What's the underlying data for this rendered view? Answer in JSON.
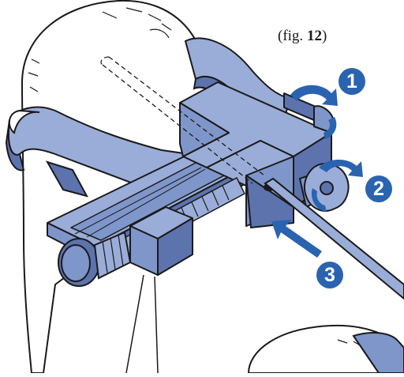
{
  "figure": {
    "caption_prefix": "(fig. ",
    "caption_number": "12",
    "caption_suffix": ")"
  },
  "steps": [
    {
      "label": "1",
      "icon": "rotate-arrow-icon"
    },
    {
      "label": "2",
      "icon": "rotate-arrow-icon"
    },
    {
      "label": "3",
      "icon": "push-arrow-icon"
    }
  ],
  "colors": {
    "accent": "#2a63b0",
    "jig_light": "#9aadd8",
    "jig_mid": "#7f96cb",
    "jig_dark": "#5d73ad",
    "outline": "#1a1a1a",
    "bone": "#ffffff"
  },
  "icons": {
    "bone": "femoral-head-icon",
    "jig": "guide-jig-icon",
    "rod": "guide-rod-icon",
    "knob": "adjust-knob-icon"
  }
}
